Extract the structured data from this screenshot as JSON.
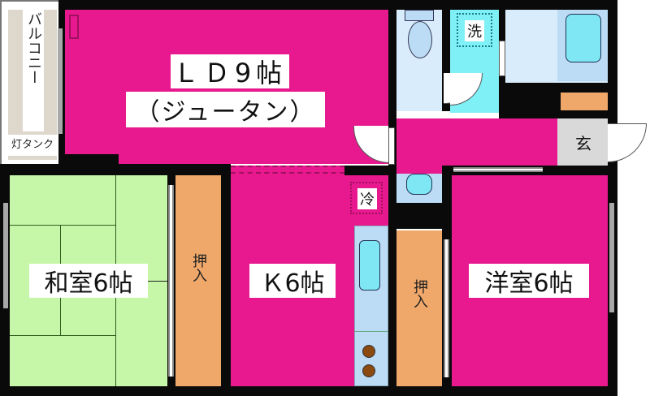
{
  "floor_plan": {
    "rooms": {
      "ld": {
        "label_line1": "ＬＤ9帖",
        "label_line2": "（ジュータン）",
        "color": "#e8188f"
      },
      "washitsu": {
        "label": "和室6帖",
        "color": "#c6f7a8"
      },
      "kitchen": {
        "label": "Ｋ6帖",
        "color": "#e8188f"
      },
      "youshitsu": {
        "label": "洋室6帖",
        "color": "#e8188f"
      },
      "closet_left": {
        "label": "押入",
        "color": "#f0a86a"
      },
      "closet_right": {
        "label": "押入",
        "color": "#f0a86a"
      },
      "balcony": {
        "label": "バルコニー",
        "color": "#ddd7cc"
      },
      "entrance": {
        "label": "玄",
        "color": "#d9d9d9"
      }
    },
    "fixtures": {
      "lamp_tank": "灯タンク",
      "washer": "洗",
      "fridge": "冷"
    },
    "colors": {
      "wall": "#0a0a0a",
      "bath": "#d8ecfb",
      "washroom": "#7ff0f6",
      "shoe_box": "#f0a86a",
      "stove_burner": "#8a4a10"
    }
  }
}
